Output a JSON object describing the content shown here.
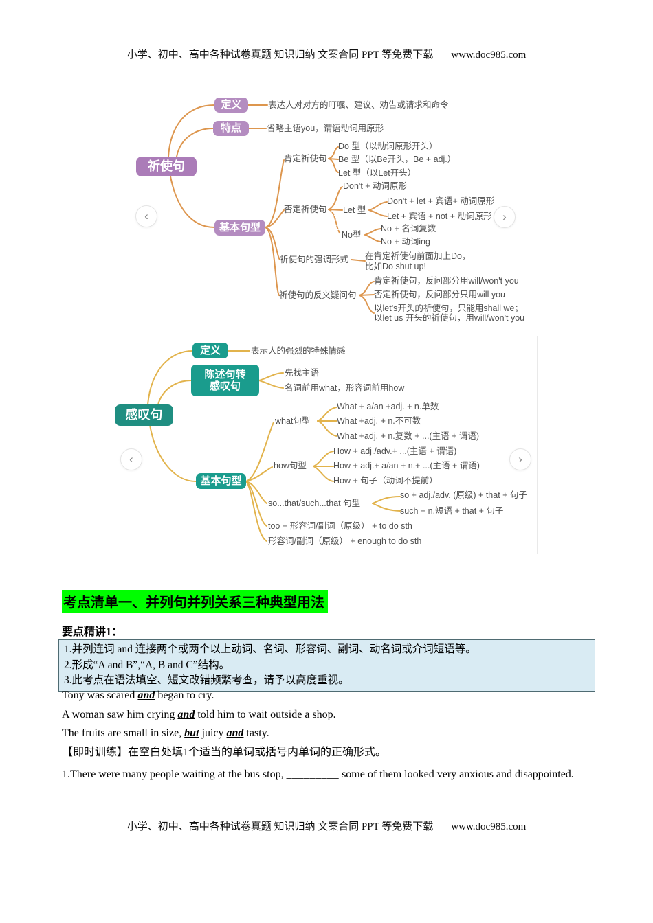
{
  "header": {
    "text": "小学、初中、高中各种试卷真题 知识归纳 文案合同 PPT 等免费下载",
    "url": "www.doc985.com"
  },
  "footer": {
    "text": "小学、初中、高中各种试卷真题 知识归纳 文案合同 PPT 等免费下载",
    "url": "www.doc985.com"
  },
  "icons": {
    "prev": "‹",
    "next": "›"
  },
  "colors": {
    "node_purple": "#b48cc0",
    "node_teal": "#1a9c8d",
    "line_orange": "#dd964e",
    "line_gold": "#e2b34c",
    "heading_highlight": "#00fe00",
    "note_background": "#d9ebf3"
  },
  "map1": {
    "root": "祈使句",
    "def_label": "定义",
    "def_text": "表达人对对方的叮嘱、建议、劝告或请求和命令",
    "feat_label": "特点",
    "feat_text": "省略主语you，谓语动词用原形",
    "basic_label": "基本句型",
    "pos_label": "肯定祈使句",
    "pos_do": "Do 型（以动词原形开头）",
    "pos_be": "Be 型（以Be开头，Be + adj.）",
    "pos_let": "Let 型（以Let开头）",
    "neg_label": "否定祈使句",
    "neg_dont": "Don't + 动词原形",
    "neg_let_label": "Let 型",
    "neg_let1": "Don't + let + 宾语+ 动词原形",
    "neg_let2": "Let + 宾语 + not + 动词原形",
    "neg_no_label": "No型",
    "neg_no1": "No + 名词复数",
    "neg_no2": "No + 动词ing",
    "emph_label": "祈使句的强调形式",
    "emph_text1": "在肯定祈使句前面加上Do，",
    "emph_text2": "比如Do shut up!",
    "tag_label": "祈使句的反义疑问句",
    "tag1": "肯定祈使句，反问部分用will/won't you",
    "tag2": "否定祈使句，反问部分只用will you",
    "tag3a": "以let's开头的祈使句，只能用shall we；",
    "tag3b": "以let us 开头的祈使句，用will/won't you"
  },
  "map2": {
    "root": "感叹句",
    "def_label": "定义",
    "def_text": "表示人的强烈的特殊情感",
    "conv_label1": "陈述句转",
    "conv_label2": "感叹句",
    "conv1": "先找主语",
    "conv2": "名词前用what，形容词前用how",
    "basic_label": "基本句型",
    "what_label": "what句型",
    "what1": "What + a/an +adj. + n.单数",
    "what2": "What +adj. + n.不可数",
    "what3": "What +adj. + n.复数 + ...(主语 + 谓语)",
    "how_label": "how句型",
    "how1": "How + adj./adv.+ ...(主语 + 谓语)",
    "how2": "How + adj.+ a/an + n.+ ...(主语 + 谓语)",
    "how3": "How + 句子（动词不提前）",
    "sothat_label": "so...that/such...that 句型",
    "sothat1": "so + adj./adv. (原级) + that + 句子",
    "sothat2": "such + n.短语 + that + 句子",
    "too": "too + 形容词/副词（原级） + to do sth",
    "enough": "形容词/副词（原级） + enough to do sth"
  },
  "section": {
    "heading": "考点清单一、并列句并列关系三种典型用法",
    "subheading": "要点精讲1：",
    "notes": [
      "1.并列连词 and 连接两个或两个以上动词、名词、形容词、副词、动名词或介词短语等。",
      "2.形成“A and B”,“A, B and C”结构。",
      "3.此考点在语法填空、短文改错频繁考查，请予以高度重视。"
    ]
  },
  "body": {
    "e1a": "Tony was scared ",
    "e1b": "and",
    "e1c": " began to cry.",
    "e2a": "A woman saw him crying ",
    "e2b": "and",
    "e2c": " told him to wait outside a shop.",
    "e3a": "The fruits are small in size, ",
    "e3b": "but",
    "e3c": " juicy ",
    "e3d": "and",
    "e3e": " tasty.",
    "training_intro": "【即时训练】在空白处填1个适当的单词或括号内单词的正确形式。",
    "q1a": "1.There were many people waiting at the bus stop, ",
    "q1_blank": "_________",
    "q1b": " some of them looked very anxious and disappointed."
  }
}
